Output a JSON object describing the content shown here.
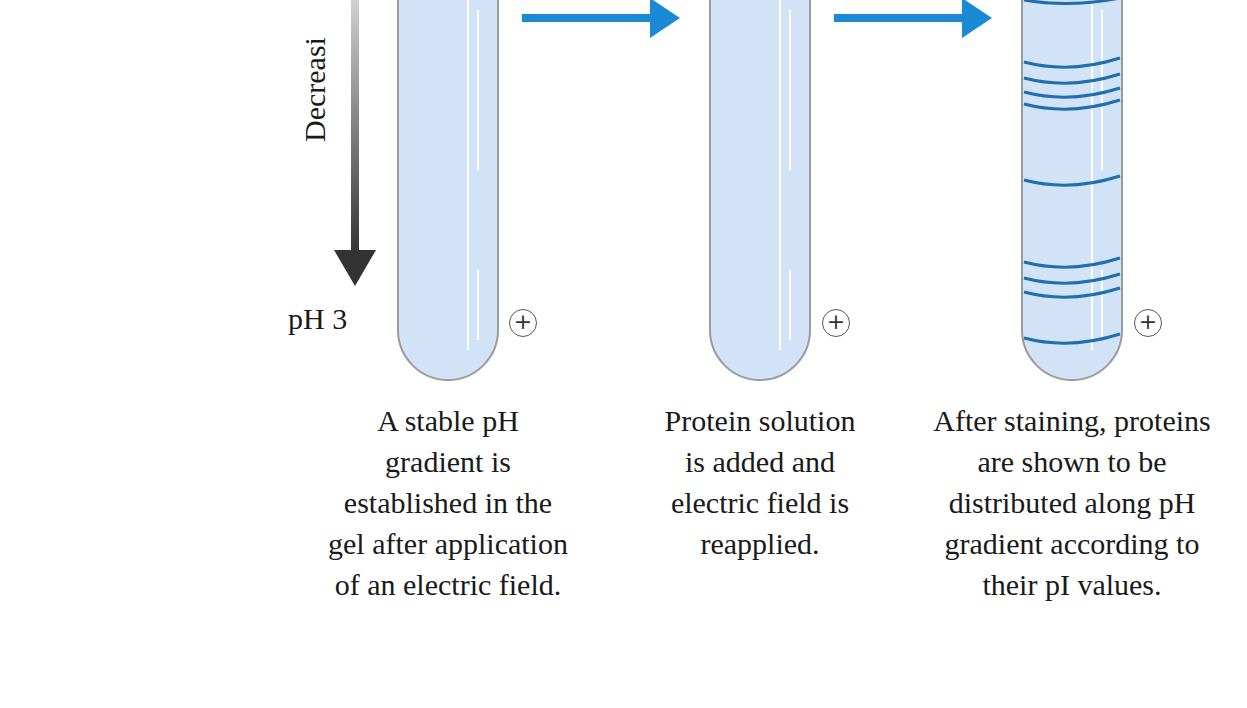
{
  "diagram": {
    "nodes": [
      {
        "text": [
          "A stable pH gradient is established in the gel after application of an electric field."
        ]
      },
      {
        "text": [
          "+"
        ]
      },
      {
        "text": [
          "Protein solution is added and electric field is reapplied."
        ]
      },
      {
        "text": [
          "+"
        ]
      },
      {
        "text": [
          "After staining, proteins are shown to be distributed along pH gradient according to their pI values."
        ]
      },
      {
        "text": [
          "+"
        ]
      }
    ],
    "edges": [
      {
        "from": 0,
        "to": 2,
        "arrow": "to"
      },
      {
        "from": 2,
        "to": 4,
        "arrow": "to"
      }
    ],
    "labels": [
      "Decreasi",
      "pH 3"
    ]
  }
}
